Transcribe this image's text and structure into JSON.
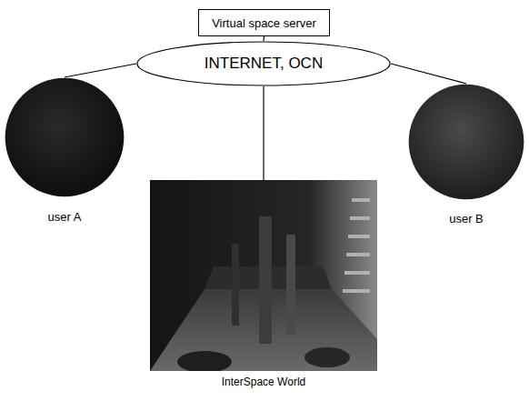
{
  "diagram": {
    "nodes": [
      {
        "text": [
          "Virtual space server"
        ]
      },
      {
        "text": [
          "INTERNET, OCN"
        ]
      },
      {
        "text": [
          "user A"
        ]
      },
      {
        "text": [
          "InterSpace World"
        ]
      },
      {
        "text": [
          "user B"
        ]
      }
    ],
    "edges": [
      {
        "from": 0,
        "to": 1,
        "arrow": "none"
      },
      {
        "from": 1,
        "to": 2,
        "arrow": "none"
      },
      {
        "from": 1,
        "to": 3,
        "arrow": "none"
      },
      {
        "from": 1,
        "to": 4,
        "arrow": "none"
      }
    ]
  }
}
